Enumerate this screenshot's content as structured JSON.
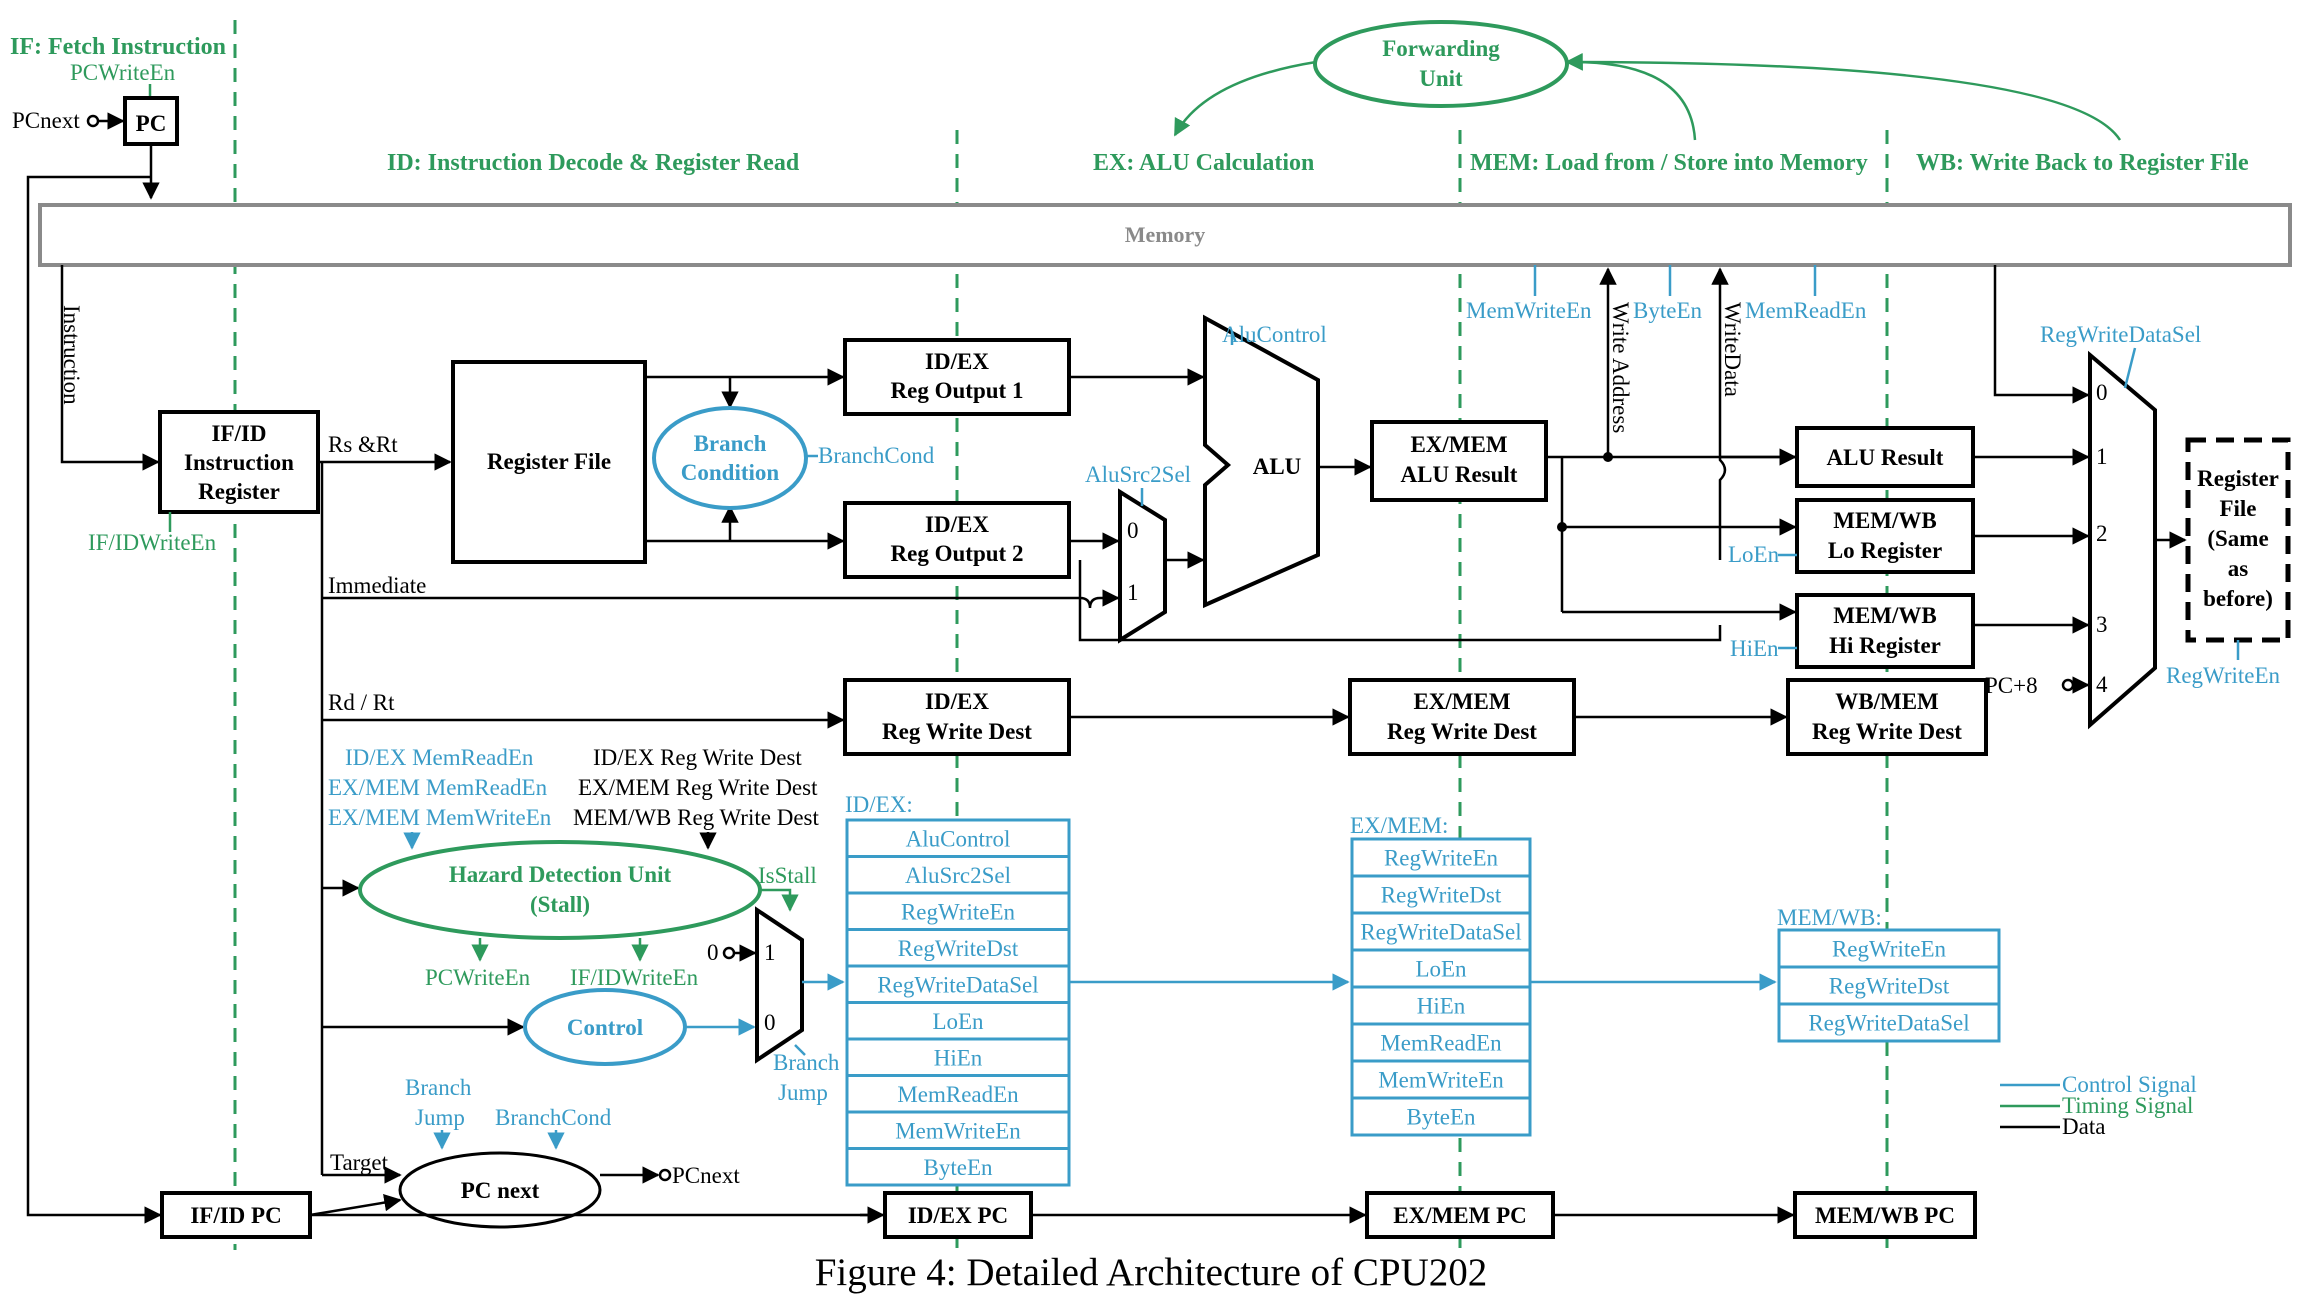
{
  "caption": "Figure 4: Detailed Architecture of CPU202",
  "colors": {
    "control": "#3a9cc8",
    "timing": "#2e9a5c",
    "data": "#000000"
  },
  "stages": {
    "if": "IF: Fetch Instruction",
    "id": "ID: Instruction Decode & Register Read",
    "ex": "EX: ALU Calculation",
    "mem": "MEM:  Load from / Store into Memory",
    "wb": "WB: Write Back to Register File"
  },
  "forwarding": {
    "line1": "Forwarding",
    "line2": "Unit"
  },
  "memory": "Memory",
  "pc": {
    "box": "PC",
    "write_en": "PCWriteEn",
    "input": "PCnext"
  },
  "ifid": {
    "line1": "IF/ID",
    "line2": "Instruction",
    "line3": "Register",
    "write_en": "IF/IDWriteEn",
    "instruction": "Instruction"
  },
  "signals": {
    "rs_rt": "Rs &Rt",
    "immediate": "Immediate",
    "rd_rt": "Rd / Rt",
    "target": "Target",
    "pcnext_out": "PCnext",
    "write_address": "Write Address",
    "write_data": "WriteData",
    "pc8": "PC+8"
  },
  "register_file": "Register File",
  "branch_cond": {
    "line1": "Branch",
    "line2": "Condition",
    "signal": "BranchCond"
  },
  "idex_reg1": {
    "line1": "ID/EX",
    "line2": "Reg Output 1"
  },
  "idex_reg2": {
    "line1": "ID/EX",
    "line2": "Reg Output 2"
  },
  "alu": {
    "label": "ALU",
    "control": "AluControl",
    "src2sel": "AluSrc2Sel",
    "mux_in0": "0",
    "mux_in1": "1"
  },
  "exmem_alu": {
    "line1": "EX/MEM",
    "line2": "ALU Result"
  },
  "mem_signals": {
    "mem_write_en": "MemWriteEn",
    "byte_en": "ByteEn",
    "mem_read_en": "MemReadEn"
  },
  "wb_regs": {
    "alu_result": "ALU Result",
    "lo_line1": "MEM/WB",
    "lo_line2": "Lo Register",
    "lo_en": "LoEn",
    "hi_line1": "MEM/WB",
    "hi_line2": "Hi Register",
    "hi_en": "HiEn"
  },
  "wb_mux": {
    "sel": "RegWriteDataSel",
    "inputs": [
      "0",
      "1",
      "2",
      "3",
      "4"
    ]
  },
  "rf_out": {
    "line1": "Register",
    "line2": "File",
    "line3": "(Same",
    "line4": "as",
    "line5": "before)",
    "write_en": "RegWriteEn"
  },
  "dest_regs": {
    "idex": {
      "line1": "ID/EX",
      "line2": "Reg Write Dest"
    },
    "exmem": {
      "line1": "EX/MEM",
      "line2": "Reg Write Dest"
    },
    "wbmem": {
      "line1": "WB/MEM",
      "line2": "Reg Write Dest"
    }
  },
  "hazard": {
    "line1": "Hazard Detection Unit",
    "line2": "(Stall)",
    "inputs_blue": [
      "ID/EX MemReadEn",
      "EX/MEM MemReadEn",
      "EX/MEM MemWriteEn"
    ],
    "inputs_black": [
      "ID/EX Reg Write Dest",
      "EX/MEM Reg Write Dest",
      "MEM/WB Reg Write Dest"
    ],
    "is_stall": "IsStall",
    "out_pc": "PCWriteEn",
    "out_ifid": "IF/IDWriteEn"
  },
  "control": {
    "label": "Control",
    "mux_in1": "1",
    "mux_in0": "0",
    "zero_in": "0",
    "branch": "Branch",
    "jump": "Jump"
  },
  "pc_next": {
    "label": "PC next",
    "branch": "Branch",
    "jump": "Jump",
    "branch_cond": "BranchCond"
  },
  "ctrl_idex": {
    "title": "ID/EX:",
    "items": [
      "AluControl",
      "AluSrc2Sel",
      "RegWriteEn",
      "RegWriteDst",
      "RegWriteDataSel",
      "LoEn",
      "HiEn",
      "MemReadEn",
      "MemWriteEn",
      "ByteEn"
    ]
  },
  "ctrl_exmem": {
    "title": "EX/MEM:",
    "items": [
      "RegWriteEn",
      "RegWriteDst",
      "RegWriteDataSel",
      "LoEn",
      "HiEn",
      "MemReadEn",
      "MemWriteEn",
      "ByteEn"
    ]
  },
  "ctrl_memwb": {
    "title": "MEM/WB:",
    "items": [
      "RegWriteEn",
      "RegWriteDst",
      "RegWriteDataSel"
    ]
  },
  "pc_pipe": [
    "IF/ID PC",
    "ID/EX PC",
    "EX/MEM PC",
    "MEM/WB PC"
  ],
  "legend": [
    {
      "label": "Control Signal",
      "color": "#3a9cc8"
    },
    {
      "label": "Timing Signal",
      "color": "#2e9a5c"
    },
    {
      "label": "Data",
      "color": "#000000"
    }
  ]
}
